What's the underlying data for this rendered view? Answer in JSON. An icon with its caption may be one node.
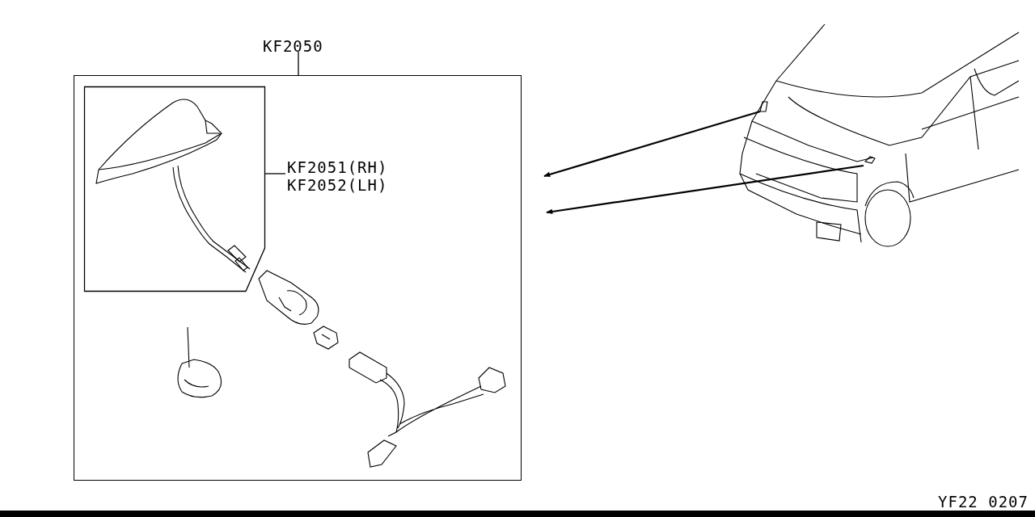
{
  "diagram": {
    "nodes": [
      {
        "text": [
          "KF2050"
        ]
      },
      {
        "text": [],
        "shape": "box",
        "in": 0
      },
      {
        "text": [
          "KF2051(RH)",
          "KF2052(LH)"
        ],
        "in": 0
      },
      {
        "text": [],
        "shape": "picture"
      }
    ],
    "edges": [
      {
        "from": 2,
        "to": 1,
        "arrow": "none"
      },
      {
        "from": 3,
        "to": 0,
        "arrow": "to"
      },
      {
        "from": 3,
        "to": 0,
        "arrow": "to"
      }
    ],
    "labels": [
      "YF22 0207"
    ]
  }
}
